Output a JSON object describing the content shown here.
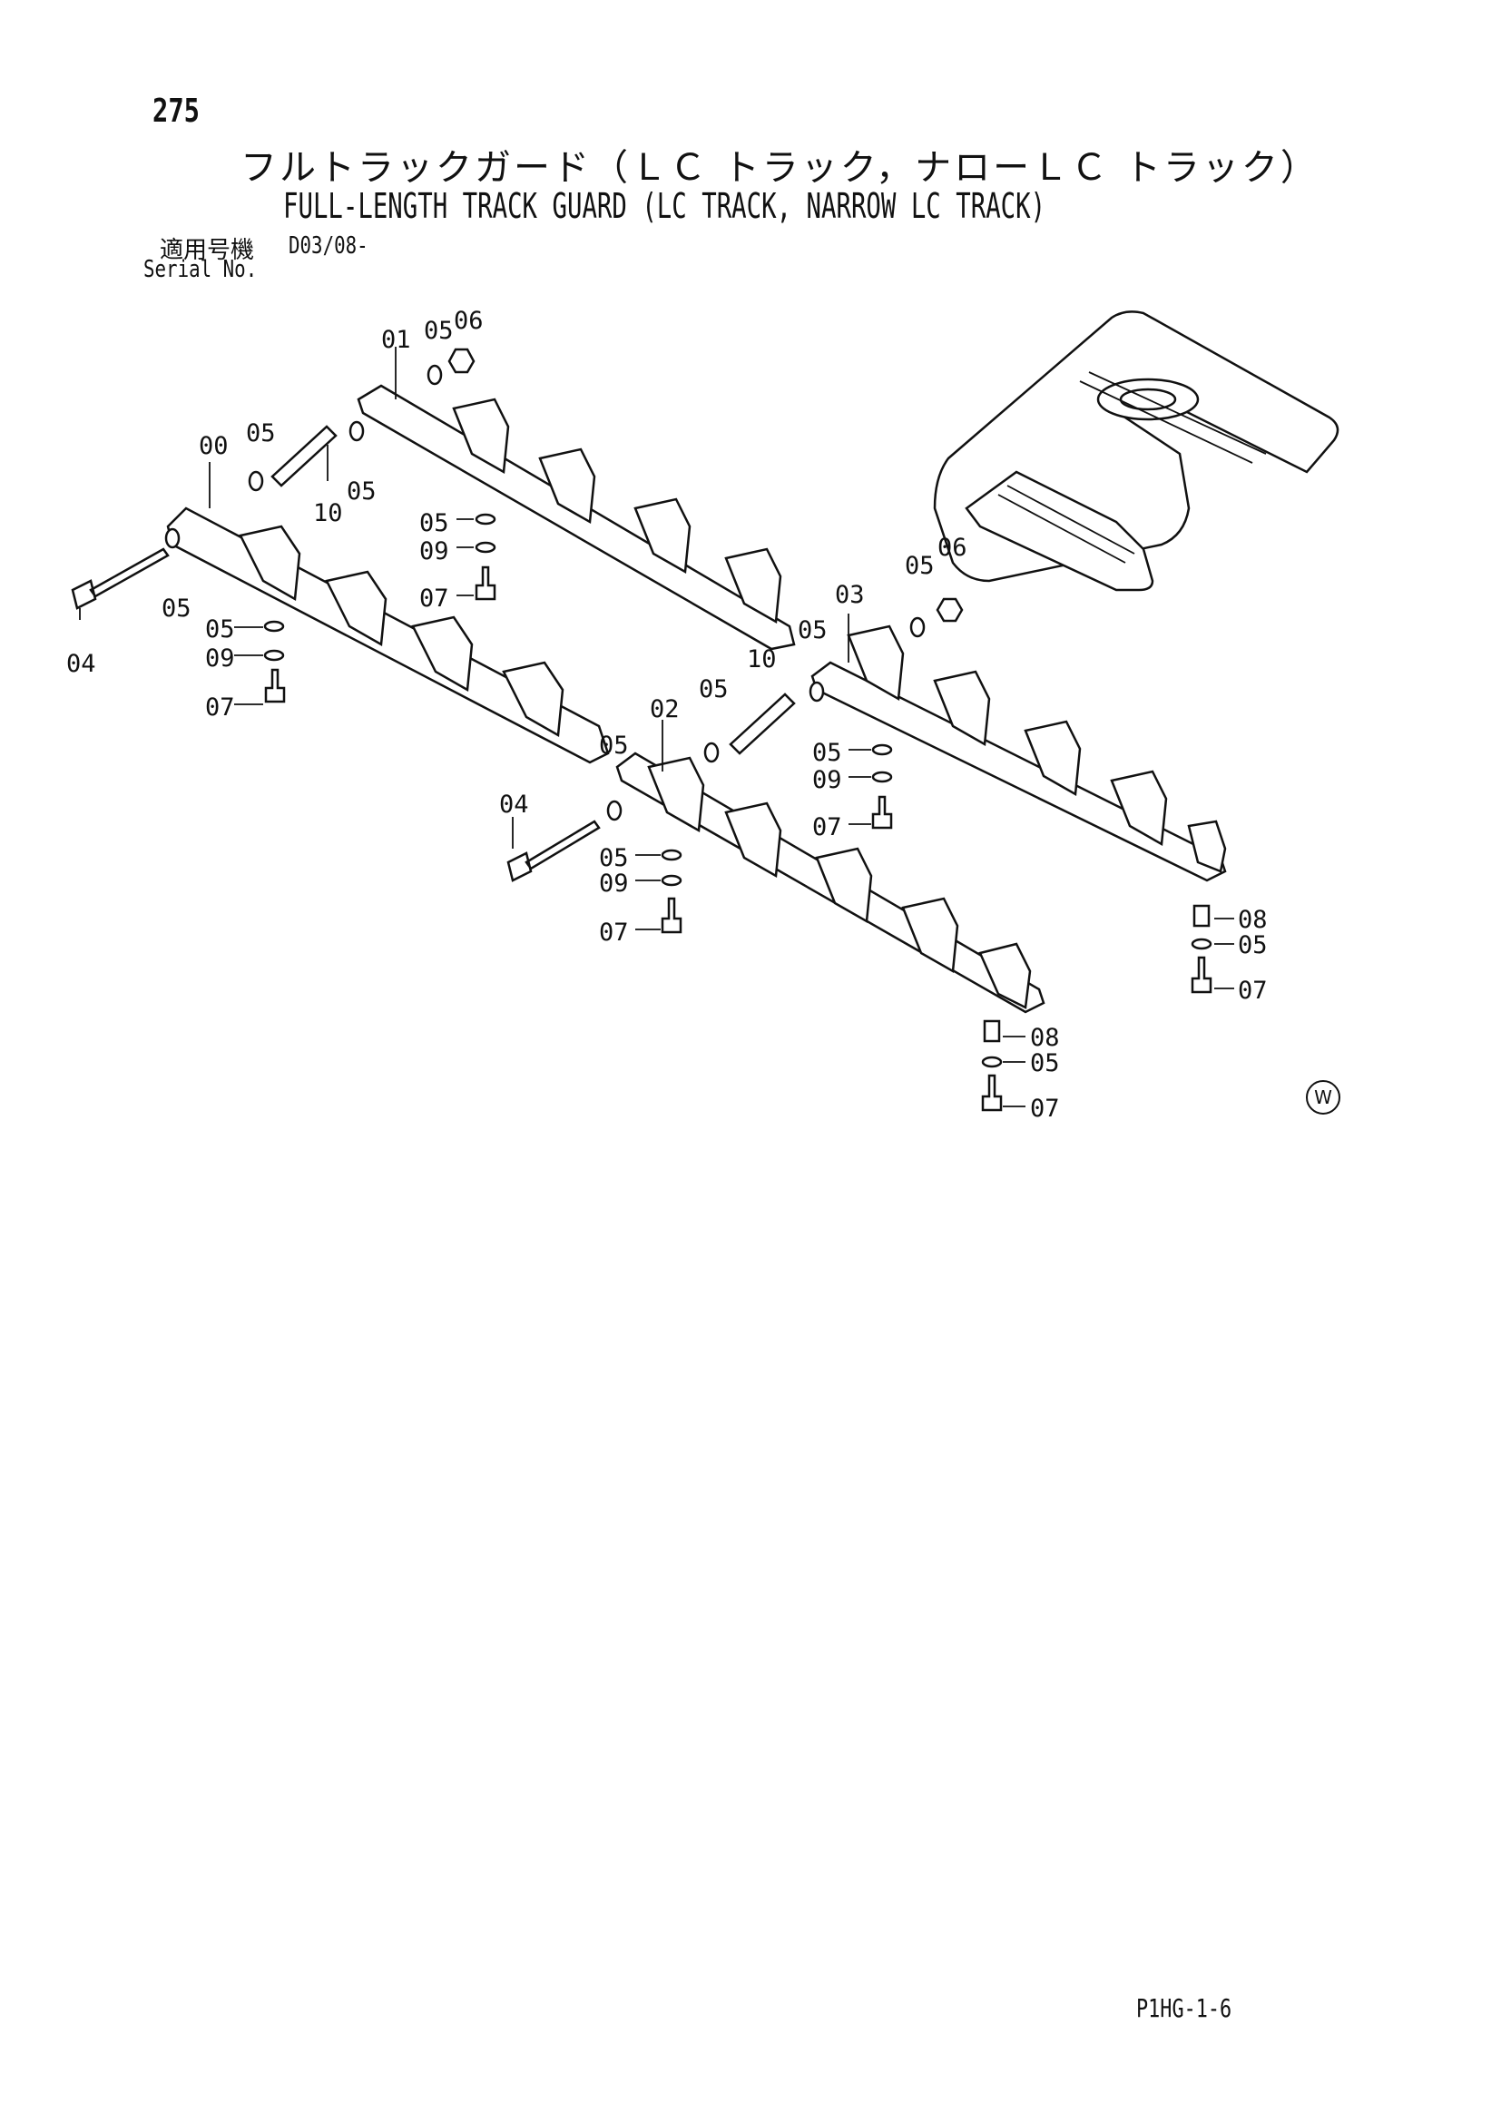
{
  "page": {
    "number": "275",
    "title_jp": "フルトラックガード（ＬＣ トラック，ナローＬＣ トラック）",
    "title_en": "FULL-LENGTH TRACK GUARD (LC TRACK, NARROW LC TRACK)",
    "serial_label_jp": "適用号機",
    "serial_value": "D03/08-",
    "serial_label_en": "Serial No.",
    "page_code": "P1HG-1-6",
    "watermark": "W"
  },
  "callouts": [
    {
      "id": "c-01",
      "text": "01"
    },
    {
      "id": "c-05a",
      "text": "05"
    },
    {
      "id": "c-06a",
      "text": "06"
    },
    {
      "id": "c-00",
      "text": "00"
    },
    {
      "id": "c-05b",
      "text": "05"
    },
    {
      "id": "c-10a",
      "text": "10"
    },
    {
      "id": "c-05c",
      "text": "05"
    },
    {
      "id": "c-05d",
      "text": "05"
    },
    {
      "id": "c-09a",
      "text": "09"
    },
    {
      "id": "c-07a",
      "text": "07"
    },
    {
      "id": "c-05e",
      "text": "05"
    },
    {
      "id": "c-04a",
      "text": "04"
    },
    {
      "id": "c-05f",
      "text": "05"
    },
    {
      "id": "c-09b",
      "text": "09"
    },
    {
      "id": "c-07b",
      "text": "07"
    },
    {
      "id": "c-05g",
      "text": "05"
    },
    {
      "id": "c-06b",
      "text": "06"
    },
    {
      "id": "c-03",
      "text": "03"
    },
    {
      "id": "c-05h",
      "text": "05"
    },
    {
      "id": "c-10b",
      "text": "10"
    },
    {
      "id": "c-05i",
      "text": "05"
    },
    {
      "id": "c-02",
      "text": "02"
    },
    {
      "id": "c-05j",
      "text": "05"
    },
    {
      "id": "c-05k",
      "text": "05"
    },
    {
      "id": "c-09c",
      "text": "09"
    },
    {
      "id": "c-07c",
      "text": "07"
    },
    {
      "id": "c-04b",
      "text": "04"
    },
    {
      "id": "c-05l",
      "text": "05"
    },
    {
      "id": "c-09d",
      "text": "09"
    },
    {
      "id": "c-07d",
      "text": "07"
    },
    {
      "id": "c-08a",
      "text": "08"
    },
    {
      "id": "c-05m",
      "text": "05"
    },
    {
      "id": "c-07e",
      "text": "07"
    },
    {
      "id": "c-08b",
      "text": "08"
    },
    {
      "id": "c-05n",
      "text": "05"
    },
    {
      "id": "c-07f",
      "text": "07"
    }
  ]
}
